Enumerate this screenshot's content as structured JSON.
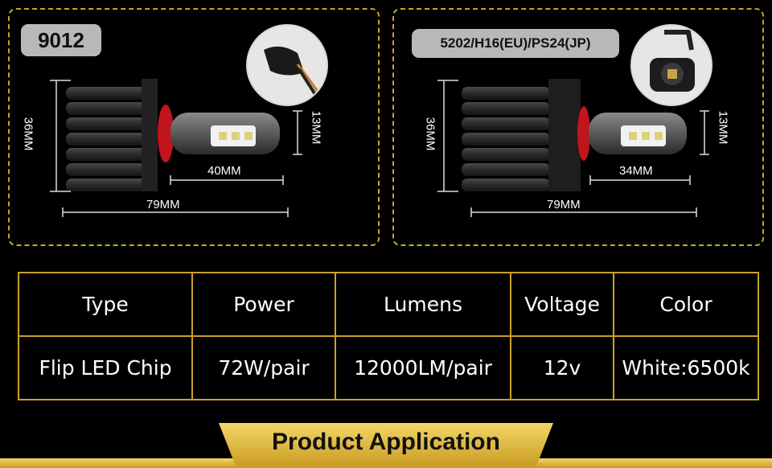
{
  "panels": [
    {
      "badge": "9012",
      "height_label": "36MM",
      "side_label": "13MM",
      "short_label": "40MM",
      "total_label": "79MM"
    },
    {
      "badge": "5202/H16(EU)/PS24(JP)",
      "height_label": "36MM",
      "side_label": "13MM",
      "short_label": "34MM",
      "total_label": "79MM"
    }
  ],
  "table": {
    "headers": [
      "Type",
      "Power",
      "Lumens",
      "Voltage",
      "Color"
    ],
    "values": [
      "Flip LED Chip",
      "72W/pair",
      "12000LM/pair",
      "12v",
      "White:6500k"
    ]
  },
  "banner": {
    "title": "Product Application"
  },
  "colors": {
    "accent": "#c9a227",
    "badge_bg": "#b8b8b8"
  }
}
